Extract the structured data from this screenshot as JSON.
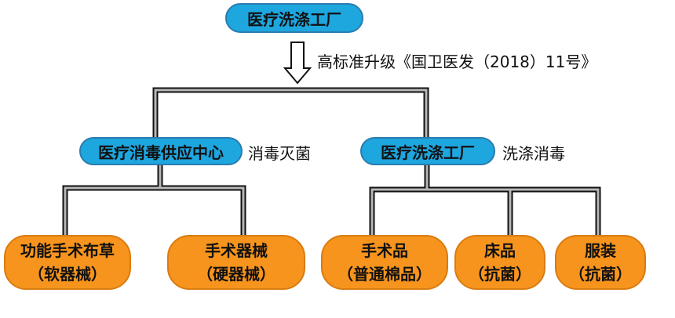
{
  "top": {
    "label": "医疗洗涤工厂"
  },
  "upgrade_note": "高标准升级《国卫医发（2018）11号》",
  "left_branch": {
    "label": "医疗消毒供应中心",
    "note": "消毒灭菌"
  },
  "right_branch": {
    "label": "医疗洗涤工厂",
    "note": "洗涤消毒"
  },
  "leaves": [
    {
      "line1": "功能手术布草",
      "line2": "（软器械）"
    },
    {
      "line1": "手术器械",
      "line2": "（硬器械）"
    },
    {
      "line1": "手术品",
      "line2": "（普通棉品）"
    },
    {
      "line1": "床品",
      "line2": "（抗菌）"
    },
    {
      "line1": "服装",
      "line2": "（抗菌）"
    }
  ],
  "colors": {
    "blue_node": "#1ea6df",
    "orange_node": "#f7941d",
    "connector": "#111111",
    "arrow": "#ffffff"
  }
}
